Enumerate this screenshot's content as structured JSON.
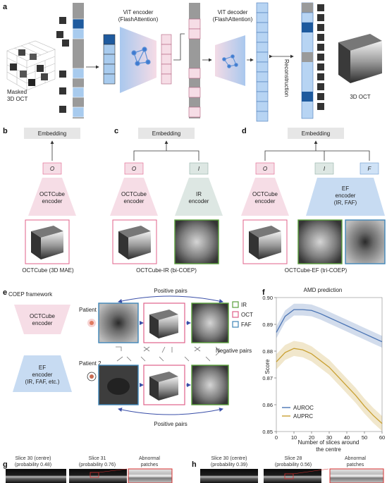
{
  "panel_letters": {
    "a": "a",
    "b": "b",
    "c": "c",
    "d": "d",
    "e": "e",
    "f": "f",
    "g": "g",
    "h": "h"
  },
  "panel_a": {
    "masked_label_1": "Masked",
    "masked_label_2": "3D OCT",
    "encoder_title_1": "ViT encoder",
    "encoder_title_2": "(FlashAttention)",
    "decoder_title_1": "ViT decoder",
    "decoder_title_2": "(FlashAttention)",
    "reconstruction": "Reconstruction",
    "output_label": "3D OCT"
  },
  "panel_b": {
    "embedding": "Embedding",
    "token_o": "O",
    "encoder_1": "OCTCube",
    "encoder_2": "encoder",
    "caption": "OCTCube (3D MAE)"
  },
  "panel_c": {
    "embedding": "Embedding",
    "token_o": "O",
    "token_i": "I",
    "encoder_1": "OCTCube",
    "encoder_2": "encoder",
    "ir_encoder_1": "IR",
    "ir_encoder_2": "encoder",
    "caption": "OCTCube-IR (bi-COEP)"
  },
  "panel_d": {
    "embedding": "Embedding",
    "token_o": "O",
    "token_i": "I",
    "token_f": "F",
    "encoder_1": "OCTCube",
    "encoder_2": "encoder",
    "ef_1": "EF",
    "ef_2": "encoder",
    "ef_3": "(IR, FAF)",
    "caption": "OCTCube-EF (tri-COEP)"
  },
  "panel_e": {
    "title": "COEP framework",
    "octcube_1": "OCTCube",
    "octcube_2": "encoder",
    "ef_1": "EF",
    "ef_2": "encoder",
    "ef_3": "(IR, FAF, etc.)",
    "patient1": "Patient 1",
    "patient2": "Patient 2",
    "positive_top": "Positive pairs",
    "positive_bottom": "Positive pairs",
    "negative": "Negative pairs",
    "legend": [
      {
        "label": "IR",
        "color": "#5aa03c"
      },
      {
        "label": "OCT",
        "color": "#e0608a"
      },
      {
        "label": "FAF",
        "color": "#3f86b8"
      }
    ]
  },
  "panel_f": {
    "title": "AMD prediction",
    "ylabel": "Score",
    "xlabel_1": "Number of slices around",
    "xlabel_2": "the centre",
    "legend": [
      "AUROC",
      "AUPRC"
    ]
  },
  "chart_data": {
    "type": "line",
    "title": "AMD prediction",
    "xlabel": "Number of slices around the centre",
    "ylabel": "Score",
    "xlim": [
      0,
      60
    ],
    "ylim": [
      0.85,
      0.9
    ],
    "x_ticks": [
      0,
      10,
      20,
      30,
      40,
      50,
      60
    ],
    "y_ticks": [
      0.85,
      0.86,
      0.87,
      0.88,
      0.89,
      0.9
    ],
    "legend_position": "lower-left",
    "x": [
      0,
      5,
      10,
      15,
      20,
      25,
      30,
      35,
      40,
      45,
      50,
      55,
      60
    ],
    "series": [
      {
        "name": "AUROC",
        "color": "#4a74b4",
        "values": [
          0.887,
          0.893,
          0.8955,
          0.8955,
          0.8952,
          0.894,
          0.8925,
          0.891,
          0.8895,
          0.888,
          0.8865,
          0.885,
          0.8835
        ]
      },
      {
        "name": "AUPRC",
        "color": "#c9a032",
        "values": [
          0.876,
          0.8795,
          0.881,
          0.8805,
          0.879,
          0.8765,
          0.874,
          0.8705,
          0.867,
          0.8635,
          0.8595,
          0.856,
          0.853
        ]
      }
    ]
  },
  "panel_g": {
    "slice_a_1": "Slice 30 (centre)",
    "slice_a_2": "(probability 0.48)",
    "slice_b_1": "Slice 31",
    "slice_b_2": "(probability 0.76)",
    "abnormal_1": "Abnormal",
    "abnormal_2": "patches"
  },
  "panel_h": {
    "slice_a_1": "Slice 30 (centre)",
    "slice_a_2": "(probability 0.39)",
    "slice_b_1": "Slice 28",
    "slice_b_2": "(probability 0.56)",
    "abnormal_1": "Abnormal",
    "abnormal_2": "patches"
  }
}
